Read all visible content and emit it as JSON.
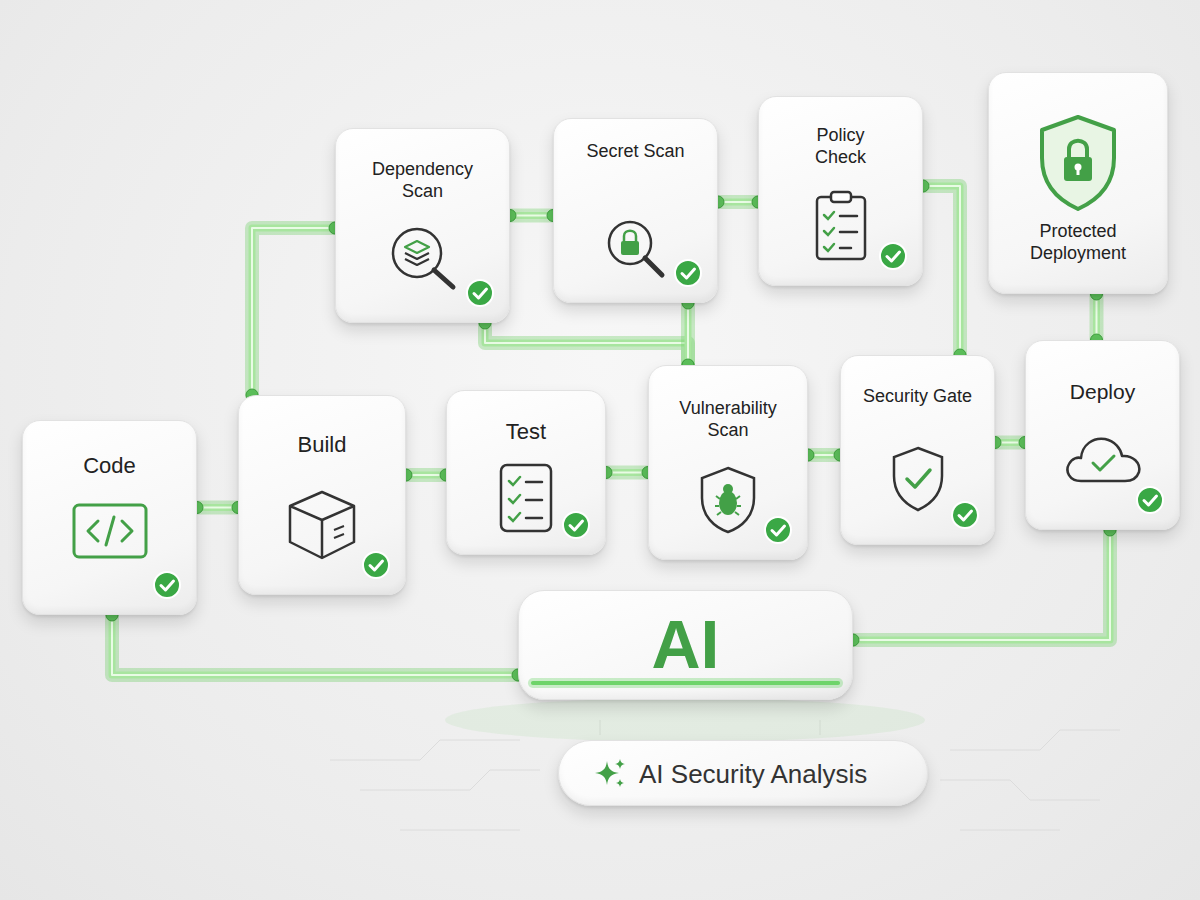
{
  "diagram": {
    "nodes": [
      {
        "text": [
          "Code"
        ]
      },
      {
        "text": [
          "Build"
        ]
      },
      {
        "text": [
          "Test"
        ]
      },
      {
        "text": [
          "Vulnerability Scan"
        ]
      },
      {
        "text": [
          "Security Gate"
        ]
      },
      {
        "text": [
          "Deploy"
        ]
      },
      {
        "text": [
          "Dependency Scan"
        ]
      },
      {
        "text": [
          "Secret Scan"
        ]
      },
      {
        "text": [
          "Policy Check"
        ]
      },
      {
        "text": [
          "Protected Deployment"
        ]
      },
      {
        "text": [
          "AI"
        ]
      },
      {
        "text": [
          "AI Security Analysis"
        ]
      }
    ],
    "edges": [
      {
        "from": 0,
        "to": 1,
        "arrow": "none"
      },
      {
        "from": 1,
        "to": 2,
        "arrow": "none"
      },
      {
        "from": 2,
        "to": 3,
        "arrow": "none"
      },
      {
        "from": 3,
        "to": 4,
        "arrow": "none"
      },
      {
        "from": 4,
        "to": 5,
        "arrow": "none"
      },
      {
        "from": 1,
        "to": 6,
        "arrow": "none"
      },
      {
        "from": 6,
        "to": 7,
        "arrow": "none"
      },
      {
        "from": 7,
        "to": 8,
        "arrow": "none"
      },
      {
        "from": 8,
        "to": 4,
        "arrow": "none"
      },
      {
        "from": 6,
        "to": 3,
        "arrow": "none"
      },
      {
        "from": 7,
        "to": 3,
        "arrow": "none"
      },
      {
        "from": 5,
        "to": 9,
        "arrow": "none"
      },
      {
        "from": 0,
        "to": 10,
        "arrow": "none"
      },
      {
        "from": 10,
        "to": 5,
        "arrow": "none"
      }
    ]
  }
}
